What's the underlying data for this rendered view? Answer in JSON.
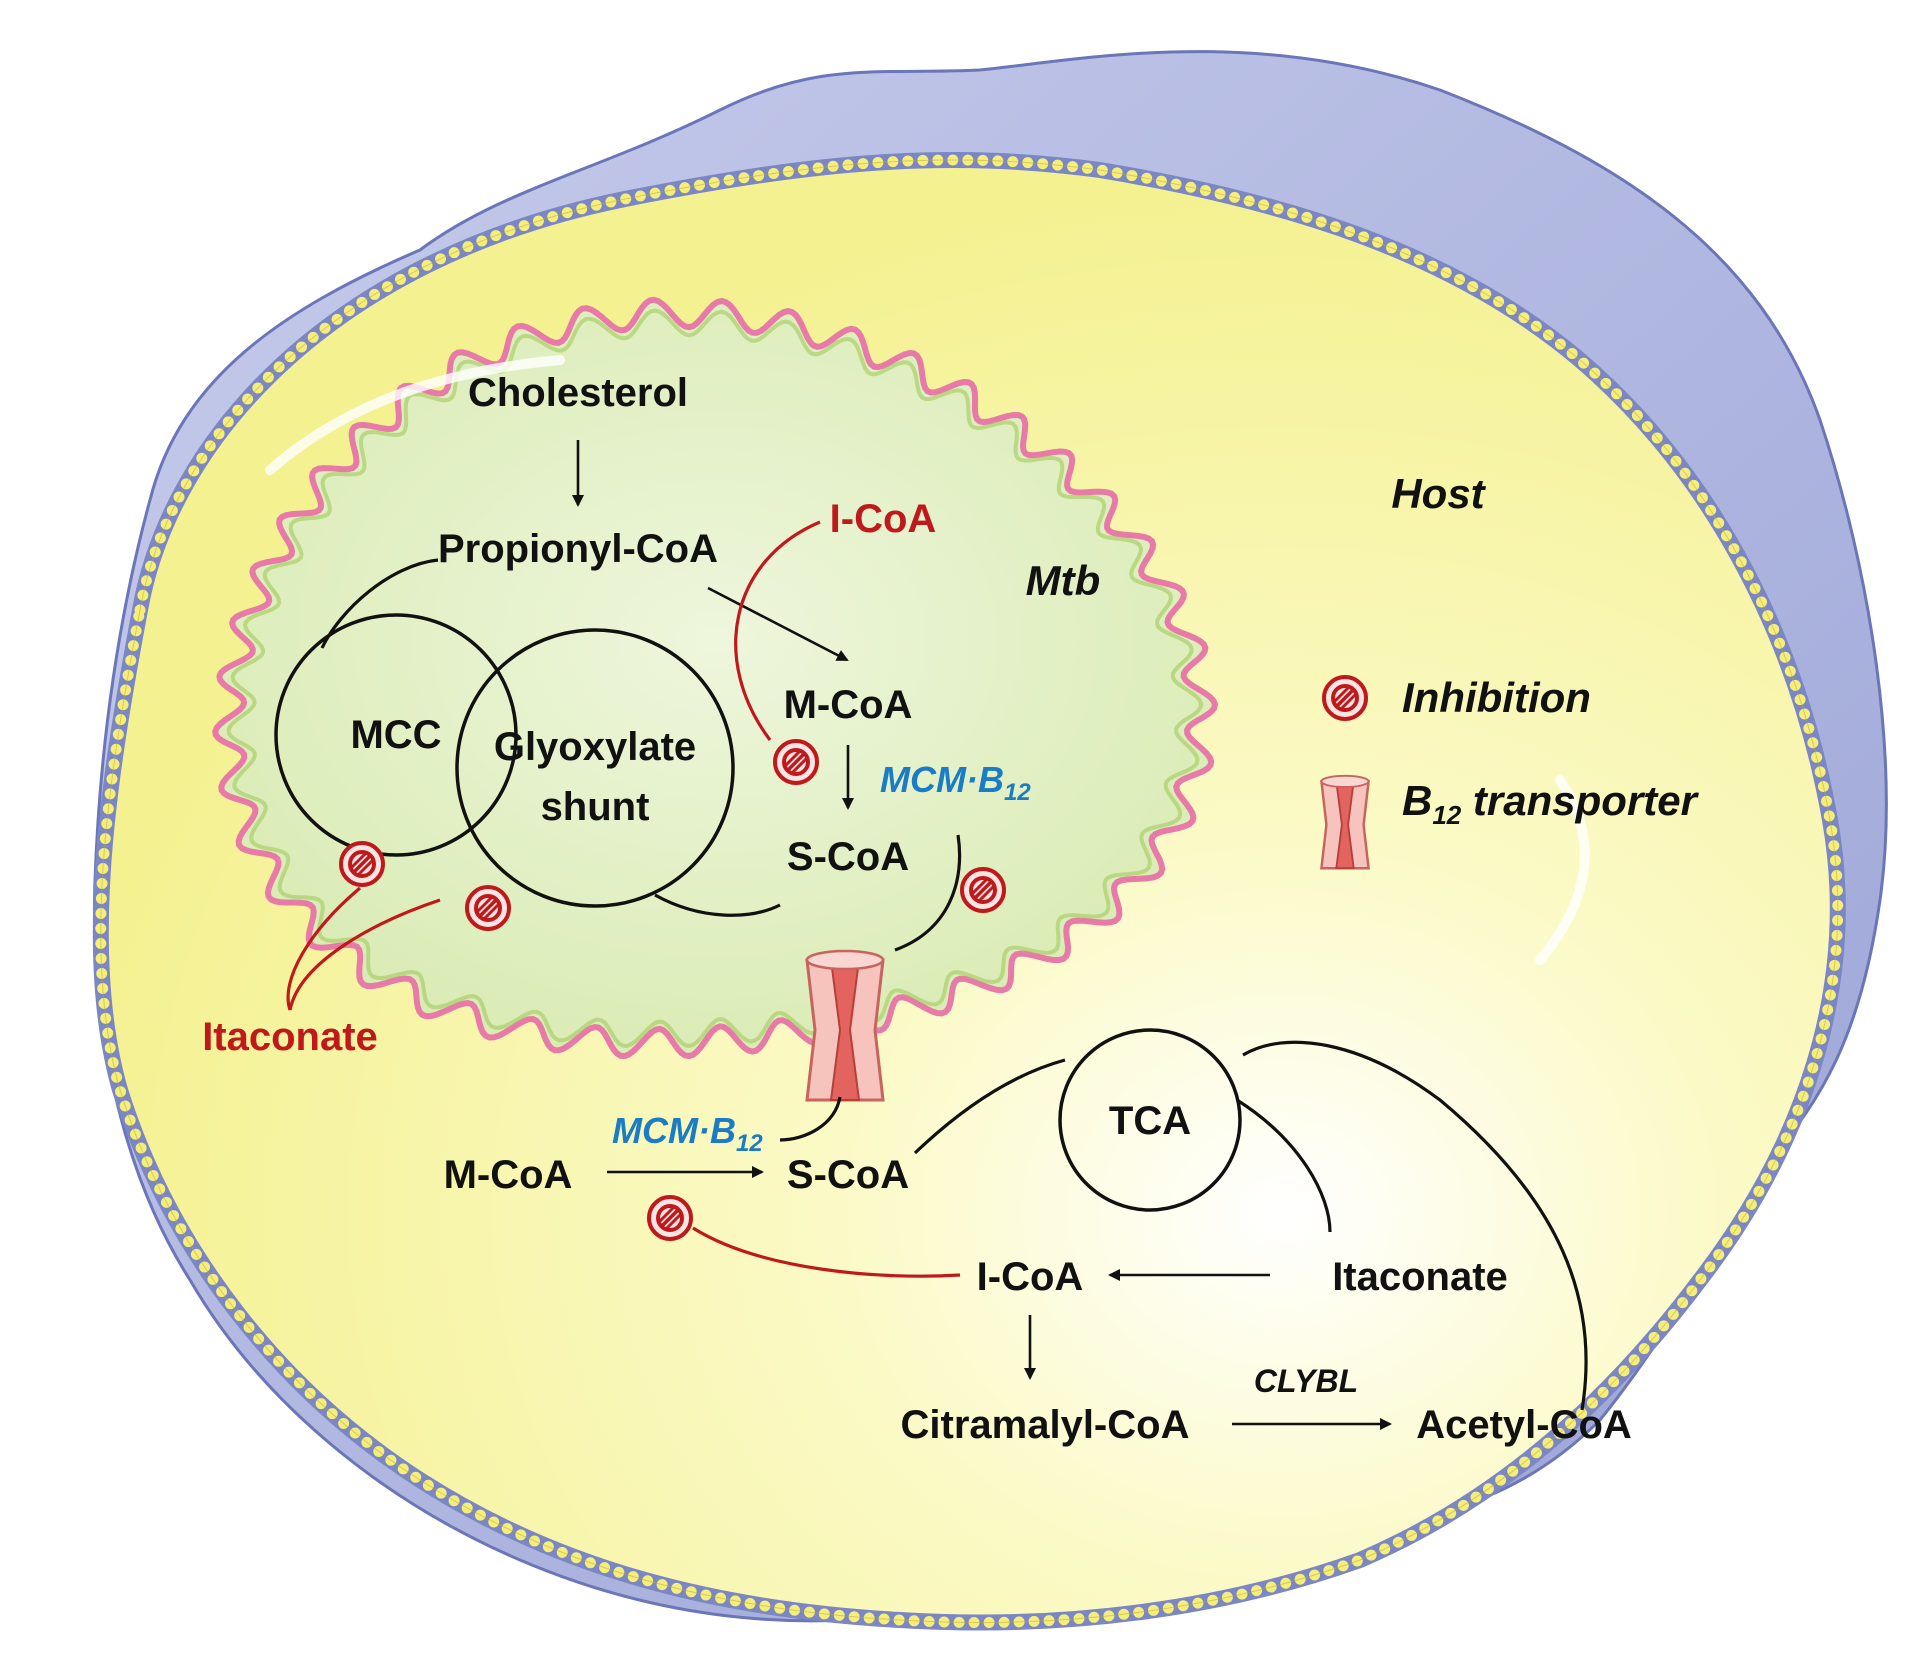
{
  "labels": {
    "cholesterol": "Cholesterol",
    "propionyl_coa": "Propionyl-CoA",
    "i_coa_mtb": "I-CoA",
    "mtb": "Mtb",
    "host": "Host",
    "mcc": "MCC",
    "glyoxylate_line1": "Glyoxylate",
    "glyoxylate_line2": "shunt",
    "m_coa_mtb": "M-CoA",
    "mcm_b12_mtb_main": "MCM·B",
    "mcm_b12_mtb_sub": "12",
    "s_coa_mtb": "S-CoA",
    "itaconate_red": "Itaconate",
    "m_coa_host": "M-CoA",
    "mcm_b12_host_main": "MCM·B",
    "mcm_b12_host_sub": "12",
    "s_coa_host": "S-CoA",
    "tca": "TCA",
    "i_coa_host": "I-CoA",
    "itaconate_host": "Itaconate",
    "citramalyl_coa": "Citramalyl-CoA",
    "clybl": "CLYBL",
    "acetyl_coa": "Acetyl-CoA"
  },
  "legend": {
    "inhibition": "Inhibition",
    "b12_main": "B",
    "b12_sub": "12",
    "b12_rest": " transporter"
  },
  "colors": {
    "host_membrane_blue": "#7b86c4",
    "host_outer": "#b6bde0",
    "host_cytoplasm": "#f8f6a8",
    "membrane_bead": "#f5ee7a",
    "mtb_fill": "#e3f0c6",
    "mtb_membrane": "#e87aa8",
    "inhibition_red": "#c0191c",
    "mcm_blue": "#1a7cc4",
    "transporter_pink": "#f2a3a0"
  }
}
